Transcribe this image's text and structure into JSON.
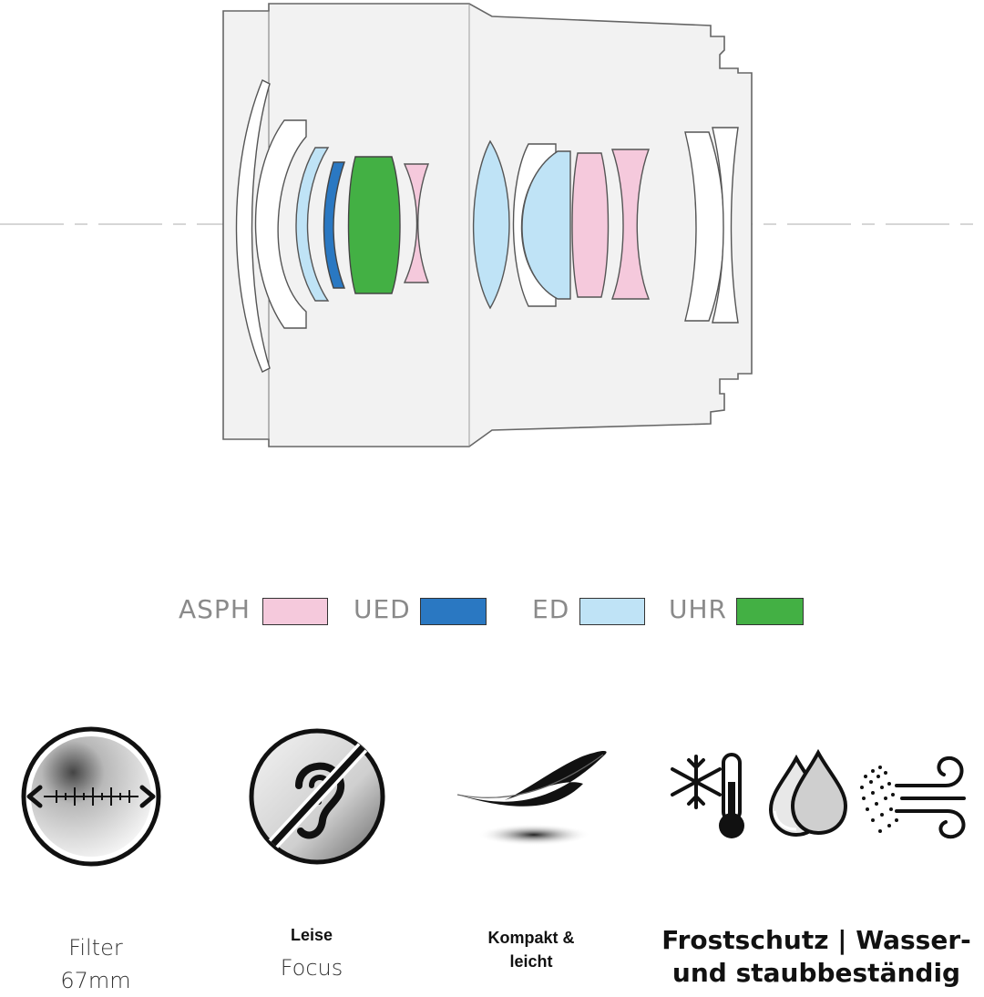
{
  "colors": {
    "asph": "#f5c9dc",
    "ued": "#2a78c2",
    "ed": "#bfe3f6",
    "uhr": "#43b044",
    "barrel": "#f2f2f2",
    "outline": "#666666"
  },
  "legend": [
    {
      "label": "ASPH",
      "color": "#f5c9dc"
    },
    {
      "label": "UED",
      "color": "#2a78c2"
    },
    {
      "label": "ED",
      "color": "#bfe3f6"
    },
    {
      "label": "UHR",
      "color": "#43b044"
    }
  ],
  "features": {
    "filter": {
      "line1": "Filter",
      "line2": "67mm",
      "icon": "filter-ruler-icon"
    },
    "focus": {
      "line1": "Leise",
      "line2": "Focus",
      "icon": "silent-focus-icon"
    },
    "weight": {
      "line1": "Kompakt &",
      "line2": "leicht",
      "icon": "feather-icon"
    },
    "weather": {
      "line1": "Frostschutz | Wasser-",
      "line2": "und staubbeständig",
      "icon": "weather-sealing-icon"
    }
  }
}
